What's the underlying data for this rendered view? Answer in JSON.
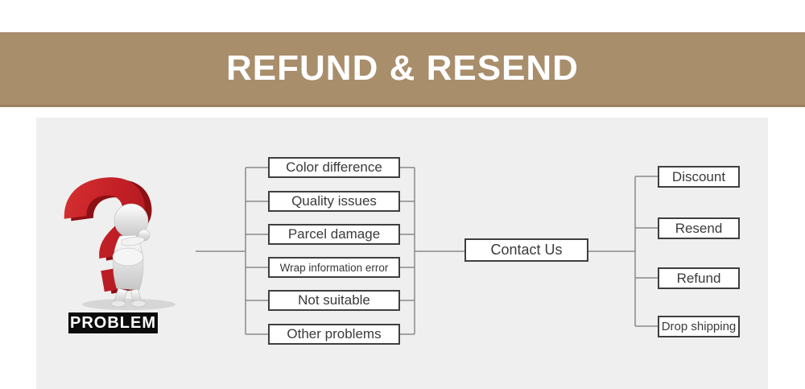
{
  "header": {
    "title": "REFUND & RESEND"
  },
  "figure": {
    "label": "PROBLEM",
    "question_mark_icon": "question-mark",
    "thinking_person_icon": "thinking-person"
  },
  "flow": {
    "problems": [
      {
        "label": "Color difference"
      },
      {
        "label": "Quality issues"
      },
      {
        "label": "Parcel damage"
      },
      {
        "label": "Wrap information error"
      },
      {
        "label": "Not suitable"
      },
      {
        "label": "Other problems"
      }
    ],
    "hub": {
      "label": "Contact Us"
    },
    "solutions": [
      {
        "label": "Discount"
      },
      {
        "label": "Resend"
      },
      {
        "label": "Refund"
      },
      {
        "label": "Drop shipping"
      }
    ]
  },
  "colors": {
    "banner": "#a98e6c",
    "banner_edge": "#9c8160",
    "panel": "#efefef",
    "accent_red": "#c32027",
    "box_border": "#3f3f3f",
    "line": "#8a8a8a"
  }
}
